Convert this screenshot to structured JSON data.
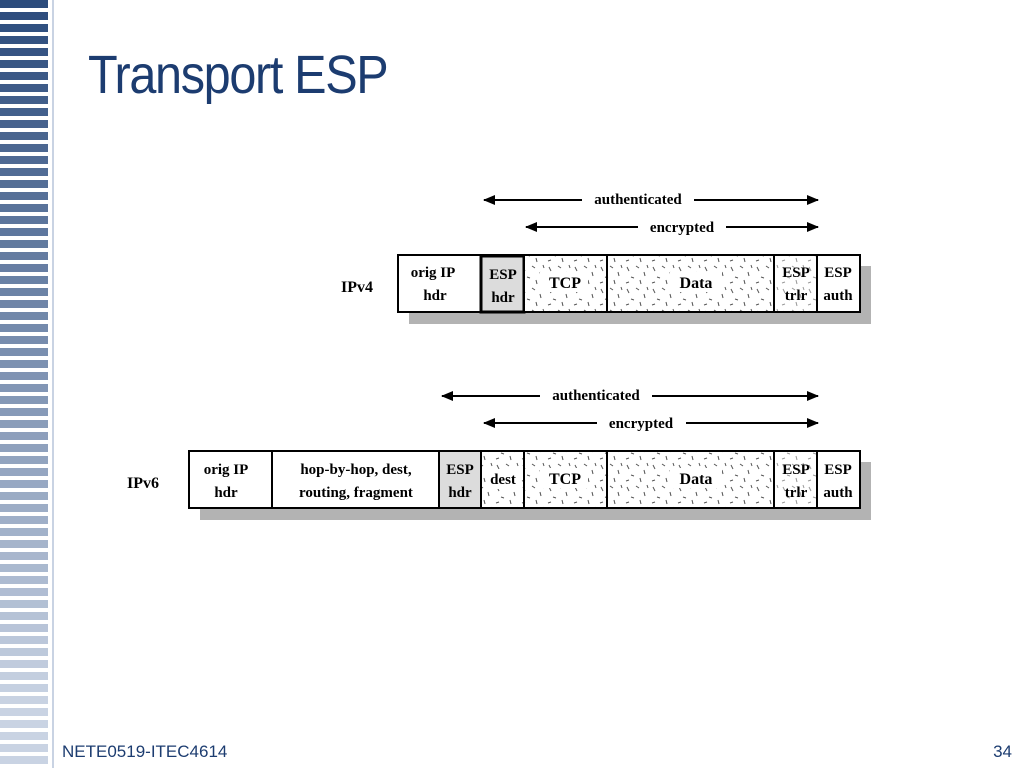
{
  "slide": {
    "title": "Transport ESP",
    "footer_left": "NETE0519-ITEC4614",
    "page_number": "34"
  },
  "diagram": {
    "ipv4": {
      "label": "IPv4",
      "authenticated": "authenticated",
      "encrypted": "encrypted",
      "fields": [
        {
          "line1": "orig IP",
          "line2": "hdr"
        },
        {
          "line1": "ESP",
          "line2": "hdr"
        },
        {
          "line1": "TCP"
        },
        {
          "line1": "Data"
        },
        {
          "line1": "ESP",
          "line2": "trlr"
        },
        {
          "line1": "ESP",
          "line2": "auth"
        }
      ]
    },
    "ipv6": {
      "label": "IPv6",
      "authenticated": "authenticated",
      "encrypted": "encrypted",
      "fields": [
        {
          "line1": "orig IP",
          "line2": "hdr"
        },
        {
          "line1": "hop-by-hop, dest,",
          "line2": "routing, fragment"
        },
        {
          "line1": "ESP",
          "line2": "hdr"
        },
        {
          "line1": "dest"
        },
        {
          "line1": "TCP"
        },
        {
          "line1": "Data"
        },
        {
          "line1": "ESP",
          "line2": "trlr"
        },
        {
          "line1": "ESP",
          "line2": "auth"
        }
      ]
    }
  },
  "colors": {
    "title": "#1c3c70",
    "stripe_dark": "#2b4b7c",
    "stripe_light": "#c9d3e3",
    "shadow": "#b3b3b3",
    "esp_hdr_fill": "#dcdcdc"
  }
}
